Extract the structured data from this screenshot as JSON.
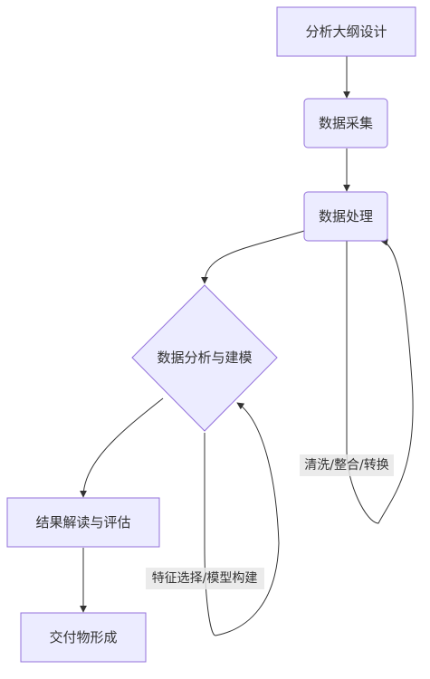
{
  "nodes": {
    "outline": "分析大纲设计",
    "collect": "数据采集",
    "process": "数据处理",
    "analyze": "数据分析与建模",
    "interpret": "结果解读与评估",
    "deliver": "交付物形成"
  },
  "edge_labels": {
    "clean": "清洗/整合/转换",
    "feature": "特征选择/模型构建"
  },
  "colors": {
    "node_fill": "#ECECFF",
    "node_stroke": "#9370DB",
    "edge": "#333333",
    "label_bg": "#E8E8E8",
    "text": "#333333"
  }
}
